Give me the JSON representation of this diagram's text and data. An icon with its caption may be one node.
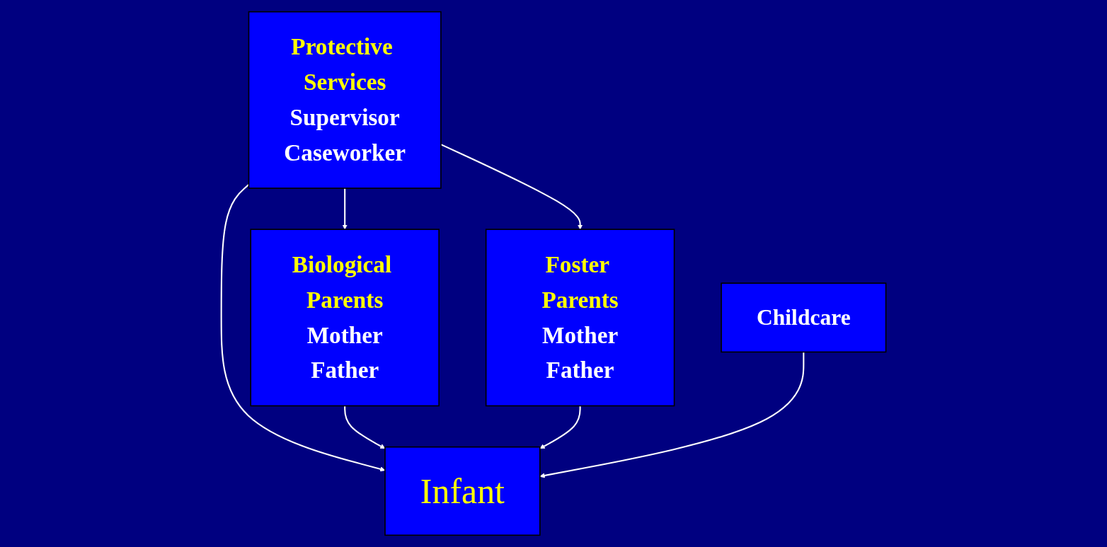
{
  "diagram": {
    "nodes": [
      {
        "text": [
          "Protective Services",
          "Supervisor",
          "Caseworker"
        ]
      },
      {
        "text": [
          "Biological Parents",
          "Mother",
          "Father"
        ]
      },
      {
        "text": [
          "Infant"
        ]
      },
      {
        "text": [
          "Foster Parents",
          "Mother",
          "Father"
        ]
      },
      {
        "text": [
          "Childcare"
        ]
      }
    ],
    "edges": [
      {
        "from": 0,
        "to": 1,
        "arrow": "to"
      },
      {
        "from": 0,
        "to": 2,
        "arrow": "to"
      },
      {
        "from": 0,
        "to": 3,
        "arrow": "to"
      },
      {
        "from": 1,
        "to": 2,
        "arrow": "to"
      },
      {
        "from": 3,
        "to": 2,
        "arrow": "to"
      },
      {
        "from": 4,
        "to": 2,
        "arrow": "to"
      }
    ]
  }
}
